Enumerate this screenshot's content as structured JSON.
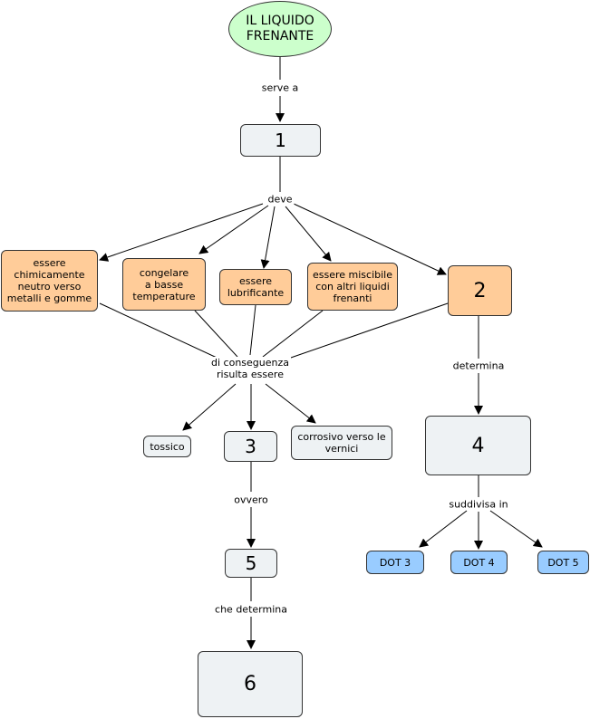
{
  "nodes": {
    "root": "IL LIQUIDO\nFRENANTE",
    "n1": "1",
    "chim": "essere\nchimicamente\nneutro verso\nmetalli e gomme",
    "congelare": "congelare\na basse\ntemperature",
    "lubrificante": "essere\nlubrificante",
    "miscibile": "essere miscibile\ncon altri liquidi\nfrenanti",
    "n2": "2",
    "tossico": "tossico",
    "n3": "3",
    "corrosivo": "corrosivo verso le\nvernici",
    "n4": "4",
    "n5": "5",
    "n6": "6",
    "dot3": "DOT 3",
    "dot4": "DOT 4",
    "dot5": "DOT 5"
  },
  "links": {
    "serve_a": "serve a",
    "deve": "deve",
    "di_conseguenza": "di conseguenza\nrisulta essere",
    "determina": "determina",
    "ovvero": "ovvero",
    "suddivisa_in": "suddivisa in",
    "che_determina": "che determina"
  },
  "colors": {
    "root_fill": "#ccffcc",
    "concept_fill": "#eef2f4",
    "orange_fill": "#ffcc99",
    "blue_fill": "#99ccff"
  }
}
